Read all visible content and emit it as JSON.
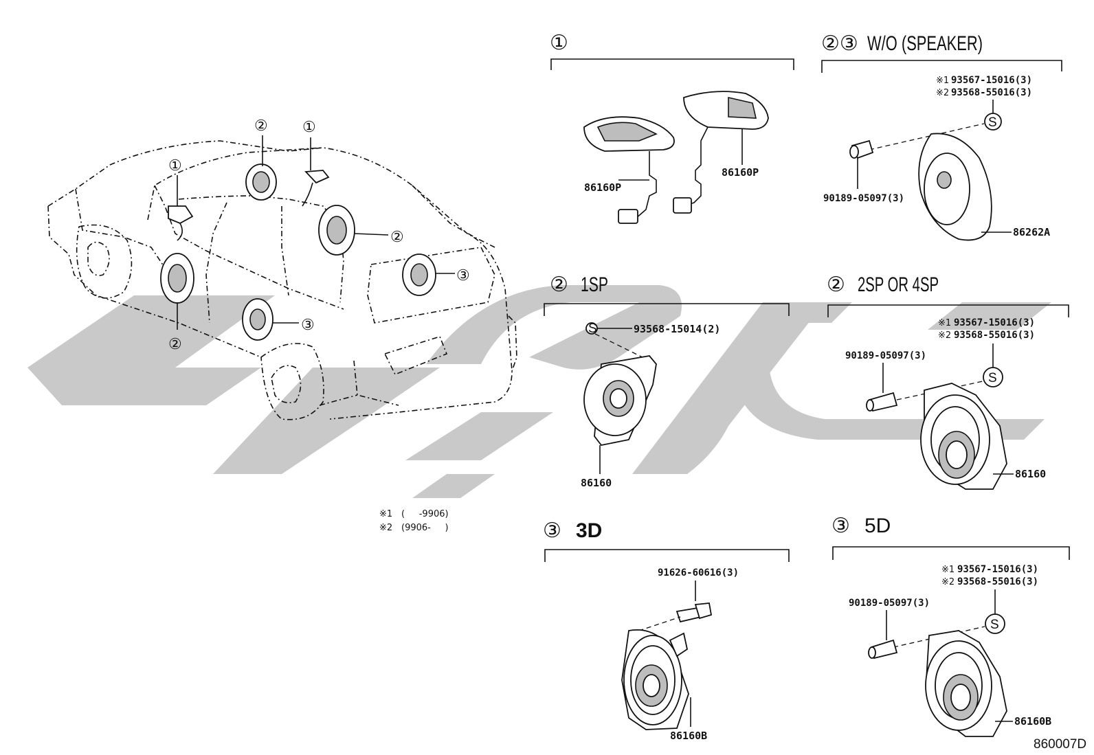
{
  "sections": [
    {
      "num": "①",
      "title": ""
    },
    {
      "num": "②③",
      "title": "W/O (SPEAKER)"
    },
    {
      "num": "②",
      "title": "1SP"
    },
    {
      "num": "②",
      "title": "2SP OR 4SP"
    },
    {
      "num": "③",
      "title": "3D"
    },
    {
      "num": "③",
      "title": "5D"
    }
  ],
  "part_numbers": {
    "s1_left": "86160P",
    "s1_right": "86160P",
    "s2_screw1": "93567-15016(3)",
    "s2_screw2": "93568-55016(3)",
    "s2_clip": "90189-05097(3)",
    "s2_speaker": "86262A",
    "s3_screw": "93568-15014(2)",
    "s3_speaker": "86160",
    "s4_screw1": "93567-15016(3)",
    "s4_screw2": "93568-55016(3)",
    "s4_clip": "90189-05097(3)",
    "s4_speaker": "86160",
    "s5_bolt": "91626-60616(3)",
    "s5_speaker": "86160B",
    "s6_screw1": "93567-15016(3)",
    "s6_screw2": "93568-55016(3)",
    "s6_clip": "90189-05097(3)",
    "s6_speaker": "86160B"
  },
  "marks": {
    "note1": "※1",
    "note2": "※2",
    "screw_symbol": "S"
  },
  "car_callouts": [
    "②",
    "①",
    "①",
    "②",
    "②",
    "③",
    "③"
  ],
  "notes": {
    "line1_mark": "※1",
    "line1_text": "(     -9906)",
    "line2_mark": "※2",
    "line2_text": "(9906-     )"
  },
  "diagram_code": "860007D"
}
